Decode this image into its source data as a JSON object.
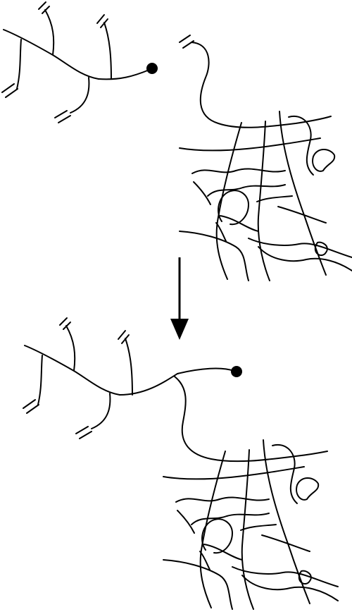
{
  "colors": {
    "ink": "#000000",
    "background": "#ffffff"
  },
  "panels": [
    {
      "name": "before-state",
      "molecule": "branched-polymer-with-terminal-group",
      "network": "crosslinked-polymer-network",
      "grafted": false
    },
    {
      "name": "after-state",
      "molecule": "branched-polymer-with-terminal-group",
      "network": "crosslinked-polymer-network",
      "grafted": true
    }
  ],
  "transition": {
    "arrow_direction": "down",
    "icon": "down-arrow-icon"
  }
}
